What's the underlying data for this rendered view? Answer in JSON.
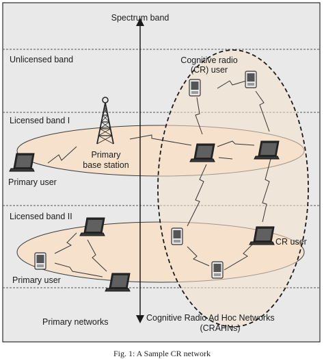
{
  "diagram": {
    "axis_label": "Spectrum band",
    "bands": {
      "unlicensed": "Unlicensed band",
      "licensed_1": "Licensed band I",
      "licensed_2": "Licensed band II"
    },
    "labels": {
      "cr_user_top_line1": "Cognitive radio",
      "cr_user_top_line2": "(CR) user",
      "base_station_line1": "Primary",
      "base_station_line2": "base station",
      "primary_user_1": "Primary user",
      "primary_user_2": "Primary user",
      "cr_user_right": "CR user",
      "primary_networks": "Primary networks",
      "crahn_line1": "Cognitive Radio Ad Hoc Networks",
      "crahn_line2": "(CRAHNs)"
    },
    "colors": {
      "frame_bg": "#e9e9e9",
      "ellipse_fill": "#f6e2cc",
      "stroke": "#2b2b2b"
    },
    "icons": [
      "laptop-icon",
      "pda-icon",
      "tower-icon",
      "wireless-link-icon"
    ]
  },
  "caption": "Fig. 1: A Sample CR network"
}
